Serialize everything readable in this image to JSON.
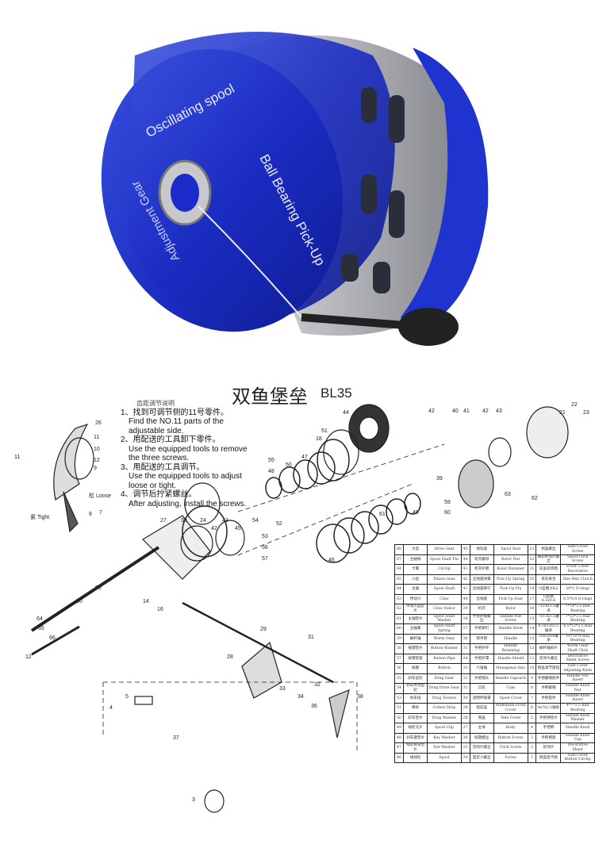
{
  "photo": {
    "texts": {
      "top": "Oscillating spool",
      "right": "Ball Bearing Pick-Up",
      "left": "Adjustment Gear"
    }
  },
  "diagram": {
    "title": "双鱼堡垒",
    "model": "BL35",
    "instructions": {
      "heading": "齿距调节说明",
      "steps": [
        {
          "cn": "1、找到可调节侧的11号零件。",
          "en": "Find the NO.11 parts of the adjustable side."
        },
        {
          "cn": "2、用配送的工具卸下零件。",
          "en": "Use the equipped tools to remove the three screws."
        },
        {
          "cn": "3、用配送的工具调节。",
          "en": "Use the equipped tools to adjust loose or tight."
        },
        {
          "cn": "4、调节后拧紧螺丝。",
          "en": "After adjusting, install the screws."
        }
      ]
    },
    "loose_label": "松 Loose",
    "tight_label": "紧 Tight",
    "callouts": [
      "11",
      "26",
      "11",
      "10",
      "12",
      "9",
      "8",
      "7",
      "24",
      "42",
      "43",
      "45",
      "54",
      "55",
      "48",
      "50",
      "47",
      "18",
      "51",
      "44",
      "52",
      "27",
      "30",
      "53",
      "56",
      "57",
      "14",
      "16",
      "20",
      "58",
      "66",
      "64",
      "65",
      "12",
      "28",
      "29",
      "31",
      "32",
      "33",
      "34",
      "36",
      "38",
      "4",
      "5",
      "37",
      "3",
      "42",
      "40",
      "41",
      "39",
      "42",
      "43",
      "21",
      "22",
      "23",
      "62",
      "63",
      "49",
      "59",
      "60",
      "61",
      "46"
    ]
  },
  "parts_table": [
    [
      "66",
      "大齿",
      "Drive Gear",
      "45",
      "线轮座",
      "Spool Seat",
      "23",
      "侧盖螺丝",
      "Side Cover Screw"
    ],
    [
      "67",
      "主轴销",
      "Spool Shaft Pin",
      "44",
      "机壳螺母",
      "Rotor Nut",
      "22",
      "线轮杯响片螺丝",
      "Spool Click Screw"
    ],
    [
      "64",
      "卡簧",
      "Circlip",
      "43",
      "机壳护圈",
      "Rotor Retainer",
      "21",
      "前盖装饰圈",
      "Front Cover Decorative"
    ],
    [
      "65",
      "小齿",
      "Pinion Gear",
      "42",
      "出线座弹簧",
      "Pick-Up Spring",
      "20",
      "单向离合",
      "One Way Clutch"
    ],
    [
      "64",
      "主轴",
      "Spool Shaft",
      "41",
      "出线座铆钉",
      "Pick-Up Pin",
      "19",
      "O型圈20x2",
      "20*2 O-rings"
    ],
    [
      "63",
      "传动爪",
      "Claw",
      "40",
      "出线座",
      "Pick-Up Seat",
      "17",
      "O型圈6.5x0.8",
      "6.5*0.8 O-rings"
    ],
    [
      "62",
      "传动爪固定片",
      "Claw Stator",
      "39",
      "机壳",
      "Rotor",
      "16",
      "7x14x3.5轴承",
      "7*14*3.5 Ball Bearing"
    ],
    [
      "61",
      "主轴垫片",
      "Spool Shaft Washer",
      "38",
      "手把护帽螺丝",
      "Handle Nut Screw",
      "15",
      "7x13x3.5轴承",
      "7*13*3.5 Ball Bearing"
    ],
    [
      "60",
      "主轴簧",
      "Spool Shaft Spring",
      "37",
      "手把铆钉",
      "Handle Rivet",
      "14",
      "6.5x13x3.5轴承",
      "6.5*13*3.5 Ball Bearing"
    ],
    [
      "59",
      "蜗杆轴",
      "Worm Gear",
      "36",
      "把手把",
      "Handle",
      "13",
      "10x16x4轴承",
      "10*16*4 Ball Bearing"
    ],
    [
      "58",
      "按键垫片",
      "Button Washer",
      "35",
      "手把护环",
      "Handle Retaining",
      "12",
      "蜗杆轴响片",
      "Worm Gear Shaft Click"
    ],
    [
      "57",
      "按键管套",
      "Button Pipe",
      "34",
      "手把护罩",
      "Handle Shield",
      "11",
      "装饰片螺丝",
      "Decorative Sheet Screw"
    ],
    [
      "56",
      "按键",
      "Button",
      "33",
      "六角轴",
      "Hexagonal Axis",
      "10",
      "侧盖调节旋钮",
      "Side Cover Adjusting Knob"
    ],
    [
      "55",
      "刹车齿轮",
      "Drag Gear",
      "32",
      "手把帽头",
      "Handle Capouch",
      "9",
      "手把螺帽嵌件",
      "Handle Nut Insert"
    ],
    [
      "54",
      "刹车传动齿轮",
      "Drag Drive Gear",
      "31",
      "凸轮",
      "Cam",
      "8",
      "手把螺帽",
      "Handle Knob Nut"
    ],
    [
      "53",
      "刹车扭",
      "Drag Torsion",
      "30",
      "透明杯线罩",
      "Spool Cover",
      "7",
      "手把嵌件",
      "Handle Knob Insert"
    ],
    [
      "51",
      "棉条",
      "Cotton Strip",
      "29",
      "铝前盖",
      "Aluminum Front Cover",
      "6",
      "4x7x2.5轴承",
      "4*7*2.5 Ball Bearing"
    ],
    [
      "50",
      "刹车垫片",
      "Drag Washer",
      "28",
      "侧盖",
      "Side Cover",
      "5",
      "手把柄垫片",
      "Handle Knob Washer"
    ],
    [
      "49",
      "线轮叉片",
      "Spool Clip",
      "27",
      "主体",
      "Body",
      "4",
      "手把柄",
      "Handle Knob"
    ],
    [
      "48",
      "刹车键垫片",
      "Key Washer",
      "26",
      "按键螺丝",
      "Button Screw",
      "3",
      "手把柄套",
      "Handle Knob Cap"
    ],
    [
      "47",
      "线轮耳朵垫片",
      "Eye Washer",
      "25",
      "音响片螺丝",
      "Click Screw",
      "2",
      "装饰片",
      "Decorative Sheet"
    ],
    [
      "46",
      "线线轮",
      "Spool",
      "24",
      "固定小螺丝",
      "Screw",
      "1",
      "侧盖铝卡圈",
      "Side Cover Button Circlip"
    ]
  ]
}
